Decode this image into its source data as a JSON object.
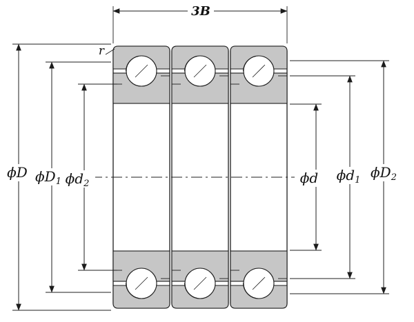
{
  "diagram": {
    "type": "triple-row-bearing-cross-section",
    "top_dimension": {
      "label": "3B"
    },
    "corner_label": {
      "label": "r"
    },
    "left_dimensions": [
      {
        "base": "ϕD",
        "sub": ""
      },
      {
        "base": "ϕD",
        "sub": "1"
      },
      {
        "base": "ϕd",
        "sub": "2"
      }
    ],
    "right_dimensions": [
      {
        "base": "ϕd",
        "sub": ""
      },
      {
        "base": "ϕd",
        "sub": "1"
      },
      {
        "base": "ϕD",
        "sub": "2"
      }
    ],
    "colors": {
      "line": "#1c1c1c",
      "ring_fill": "#c6c6c6",
      "background": "#ffffff"
    }
  }
}
